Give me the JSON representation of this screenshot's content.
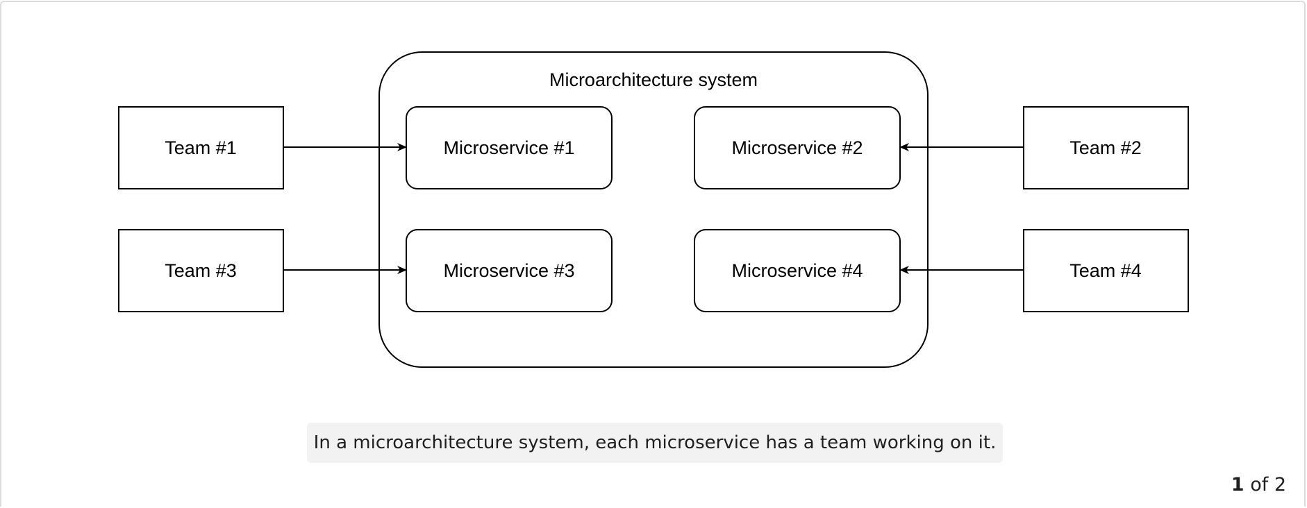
{
  "diagram": {
    "system": {
      "title": "Microarchitecture system"
    },
    "teams": [
      "Team #1",
      "Team #2",
      "Team #3",
      "Team #4"
    ],
    "microservices": [
      "Microservice #1",
      "Microservice #2",
      "Microservice #3",
      "Microservice #4"
    ],
    "edges": [
      {
        "from": "Team #1",
        "to": "Microservice #1"
      },
      {
        "from": "Team #2",
        "to": "Microservice #2"
      },
      {
        "from": "Team #3",
        "to": "Microservice #3"
      },
      {
        "from": "Team #4",
        "to": "Microservice #4"
      }
    ]
  },
  "caption": "In a microarchitecture system, each microservice has a team working on it.",
  "pager": {
    "current": "1",
    "separator": "of",
    "total": "2"
  }
}
